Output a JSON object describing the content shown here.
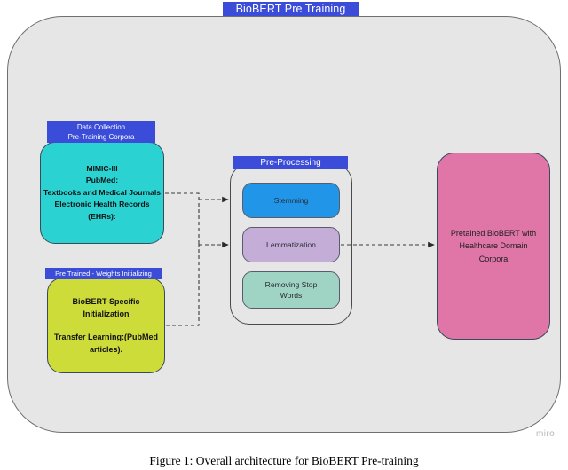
{
  "title": {
    "text": "BioBERT Pre Training",
    "background_color": "#3b4cd8",
    "text_color": "#ffffff"
  },
  "canvas": {
    "background_color": "#e6e6e6",
    "border_color": "#6f6f6f",
    "watermark": "miro"
  },
  "diagram": {
    "type": "flowchart",
    "nodes": [
      {
        "id": "data-collection",
        "label_line1": "Data Collection",
        "label_line2": "Pre-Training Corpora",
        "body_lines": [
          "MIMIC-III",
          "PubMed:",
          "Textbooks and Medical Journals",
          "Electronic Health Records",
          "(EHRs):"
        ],
        "color": "#2ad2d2"
      },
      {
        "id": "pre-trained",
        "label_line1": "Pre Trained - Weights Initializing",
        "body_lines": [
          "BioBERT-Specific",
          "Initialization",
          "",
          "Transfer Learning:(PubMed",
          "articles)."
        ],
        "color": "#cddc39"
      },
      {
        "id": "pre-processing",
        "label_line1": "Pre-Processing",
        "steps": [
          {
            "id": "stemming",
            "text": "Stemming",
            "color": "#2196e8"
          },
          {
            "id": "lemmatization",
            "text": "Lemmatization",
            "color": "#c4aed8"
          },
          {
            "id": "stopwords",
            "text": "Removing Stop Words",
            "color": "#9fd4c4"
          }
        ]
      },
      {
        "id": "output",
        "body_lines": [
          "Pretained BioBERT with",
          "Healthcare Domain",
          "Corpora"
        ],
        "color": "#e076a8"
      }
    ],
    "edges": [
      {
        "from": "data-collection",
        "to": "pre-processing",
        "style": "dashed",
        "arrow": true
      },
      {
        "from": "pre-trained",
        "to": "pre-processing",
        "style": "dashed",
        "arrow": true
      },
      {
        "from": "pre-processing",
        "to": "output",
        "style": "dashed",
        "arrow": true
      }
    ]
  },
  "caption": {
    "text": "Figure 1: Overall architecture for BioBERT Pre-training"
  }
}
